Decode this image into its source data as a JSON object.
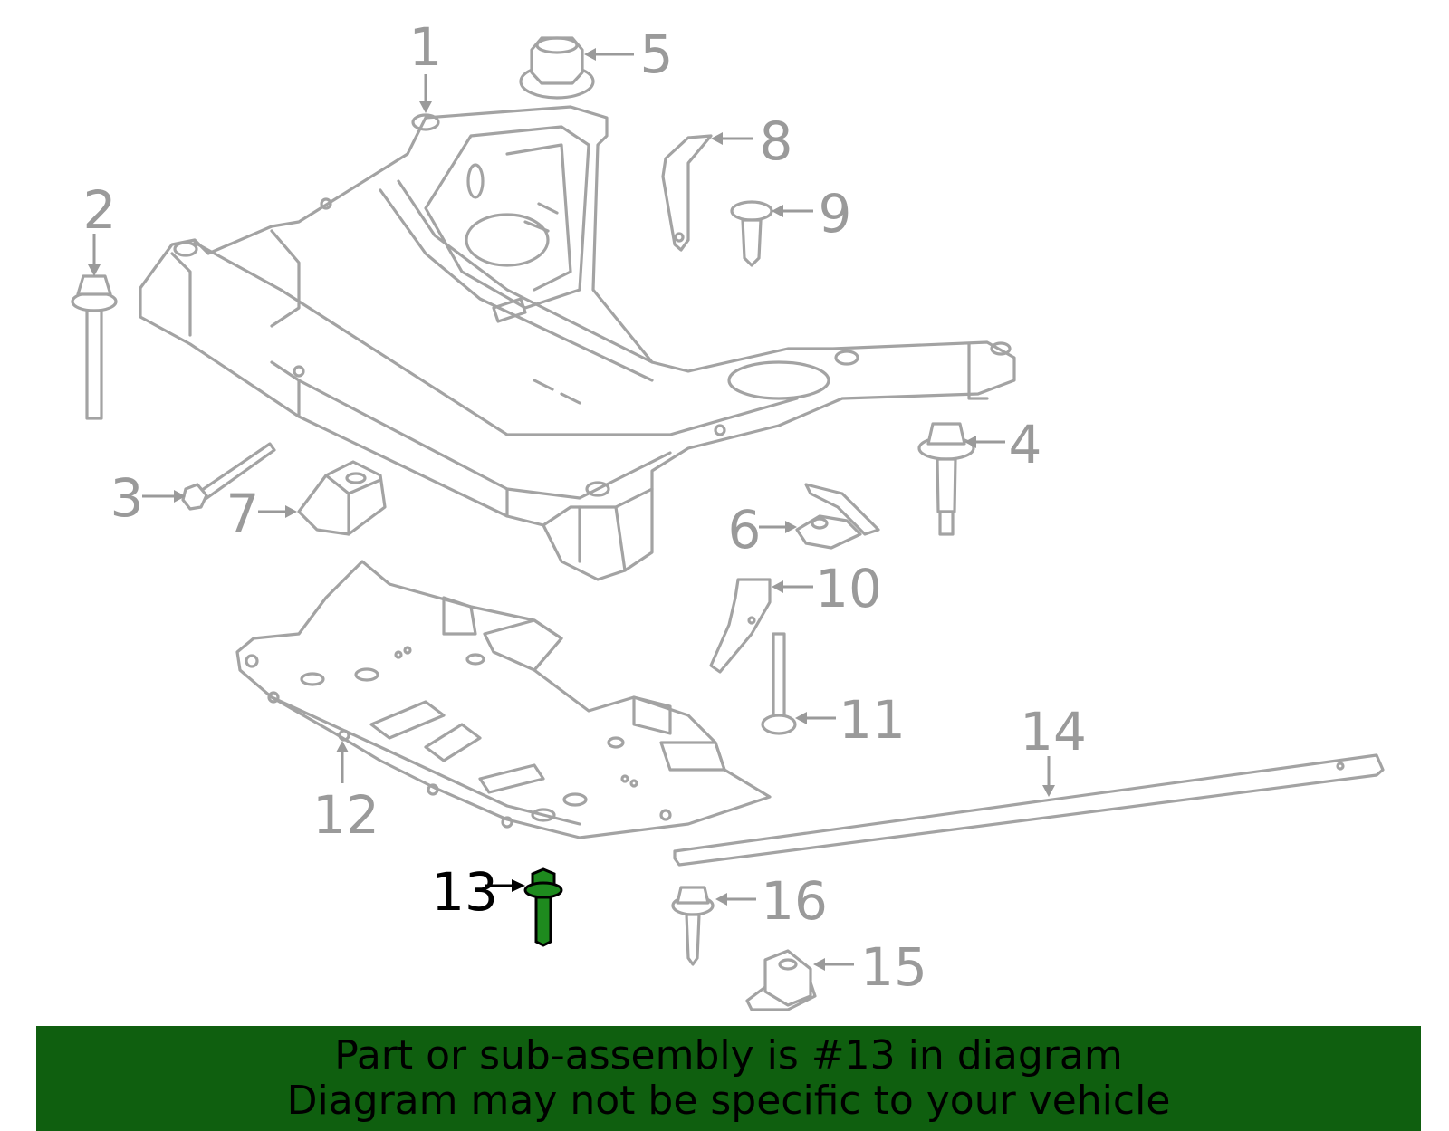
{
  "callouts": [
    {
      "id": "1",
      "label": "1",
      "highlight": false
    },
    {
      "id": "2",
      "label": "2",
      "highlight": false
    },
    {
      "id": "3",
      "label": "3",
      "highlight": false
    },
    {
      "id": "4",
      "label": "4",
      "highlight": false
    },
    {
      "id": "5",
      "label": "5",
      "highlight": false
    },
    {
      "id": "6",
      "label": "6",
      "highlight": false
    },
    {
      "id": "7",
      "label": "7",
      "highlight": false
    },
    {
      "id": "8",
      "label": "8",
      "highlight": false
    },
    {
      "id": "9",
      "label": "9",
      "highlight": false
    },
    {
      "id": "10",
      "label": "10",
      "highlight": false
    },
    {
      "id": "11",
      "label": "11",
      "highlight": false
    },
    {
      "id": "12",
      "label": "12",
      "highlight": false
    },
    {
      "id": "13",
      "label": "13",
      "highlight": true
    },
    {
      "id": "14",
      "label": "14",
      "highlight": false
    },
    {
      "id": "15",
      "label": "15",
      "highlight": false
    },
    {
      "id": "16",
      "label": "16",
      "highlight": false
    }
  ],
  "colors": {
    "line": "#a3a3a3",
    "callout_text": "#9a9a9a",
    "highlight_part": "#1e8a1e",
    "banner_bg": "#0f5f0f"
  },
  "banner": {
    "line1": "Part or sub-assembly is #13 in diagram",
    "line2": "Diagram may not be specific to your vehicle"
  }
}
